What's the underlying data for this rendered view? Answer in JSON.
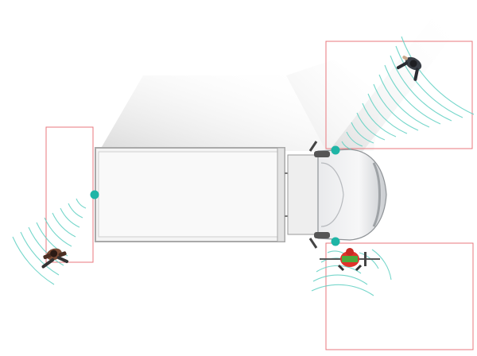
{
  "scene": {
    "subject": "truck-top-view",
    "colors": {
      "background": "#ffffff",
      "zone_outline": "#e8777c",
      "sensor": "#1fb5a6",
      "wave": "#5fd0c2",
      "truck_body": "#f2f2f2",
      "truck_outline": "#9a9a9a",
      "cyclist_accent": "#e0322a",
      "cyclist_backpack": "#4caa3c"
    },
    "detection_zones": [
      {
        "id": "rear-left",
        "label": ""
      },
      {
        "id": "front-right",
        "label": ""
      },
      {
        "id": "front-left-lower",
        "label": ""
      }
    ],
    "sensors": [
      {
        "id": "rear-sensor"
      },
      {
        "id": "cab-upper-sensor"
      },
      {
        "id": "cab-lower-sensor"
      }
    ],
    "road_users": [
      {
        "id": "pedestrian-left",
        "kind": "pedestrian"
      },
      {
        "id": "pedestrian-right",
        "kind": "pedestrian"
      },
      {
        "id": "cyclist",
        "kind": "cyclist"
      }
    ]
  }
}
